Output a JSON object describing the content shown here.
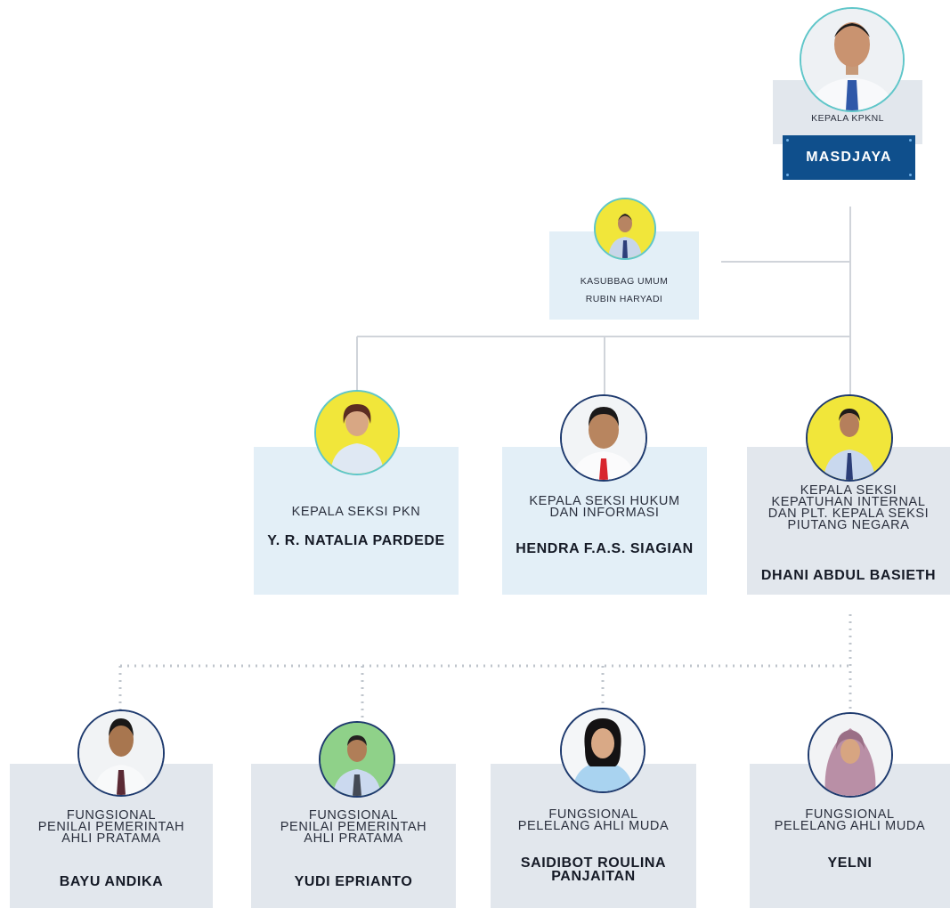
{
  "head": {
    "title": "KEPALA KPKNL",
    "name": "MASDJAYA"
  },
  "secretary": {
    "title": "KASUBBAG UMUM",
    "name": "RUBIN HARYADI"
  },
  "sections": [
    {
      "title": "KEPALA SEKSI PKN",
      "name": "Y. R. NATALIA PARDEDE"
    },
    {
      "title": "KEPALA SEKSI HUKUM\nDAN INFORMASI",
      "name": "HENDRA F.A.S. SIAGIAN"
    },
    {
      "title": "KEPALA SEKSI\nKEPATUHAN INTERNAL\nDAN PLT. KEPALA SEKSI\nPIUTANG NEGARA",
      "name": "DHANI ABDUL BASIETH"
    }
  ],
  "staff": [
    {
      "title": "FUNGSIONAL\nPENILAI PEMERINTAH\nAHLI PRATAMA",
      "name": "BAYU ANDIKA"
    },
    {
      "title": "FUNGSIONAL\nPENILAI PEMERINTAH\nAHLI PRATAMA",
      "name": "YUDI EPRIANTO"
    },
    {
      "title": "FUNGSIONAL\nPELELANG AHLI MUDA",
      "name": "SAIDIBOT ROULINA\nPANJAITAN"
    },
    {
      "title": "FUNGSIONAL\nPELELANG AHLI MUDA",
      "name": "YELNI"
    }
  ],
  "colors": {
    "banner": "#0f4f8c",
    "box_light": "#e3eff7",
    "box_grey": "#e2e7ed",
    "connector": "#d0d4da",
    "avatar_ring_teal": "#5fc6c9",
    "avatar_ring_navy": "#1e3a6e",
    "avatar_bg_yellow": "#f1e63a",
    "avatar_bg_green": "#8fd189"
  }
}
